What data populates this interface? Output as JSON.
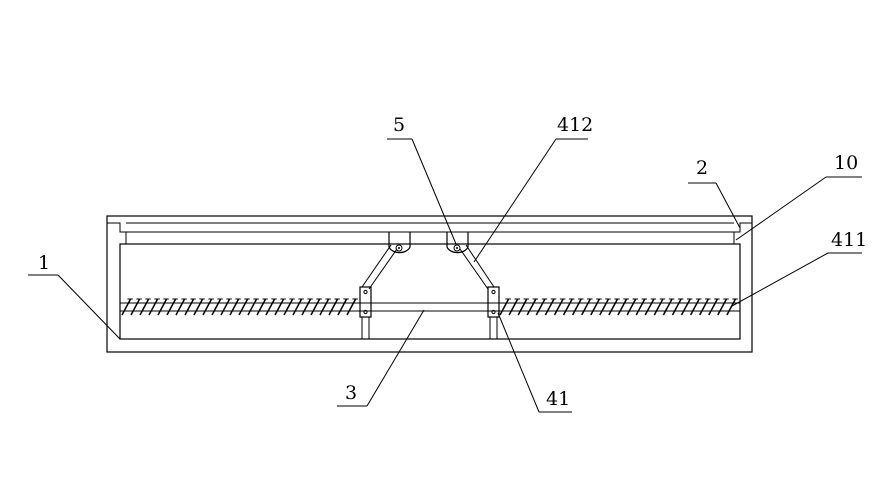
{
  "diagram": {
    "line_color": "#000000",
    "background": "#ffffff",
    "labels": {
      "l1": "1",
      "l2": "2",
      "l3": "3",
      "l5": "5",
      "l10": "10",
      "l41": "41",
      "l411": "411",
      "l412": "412"
    }
  }
}
